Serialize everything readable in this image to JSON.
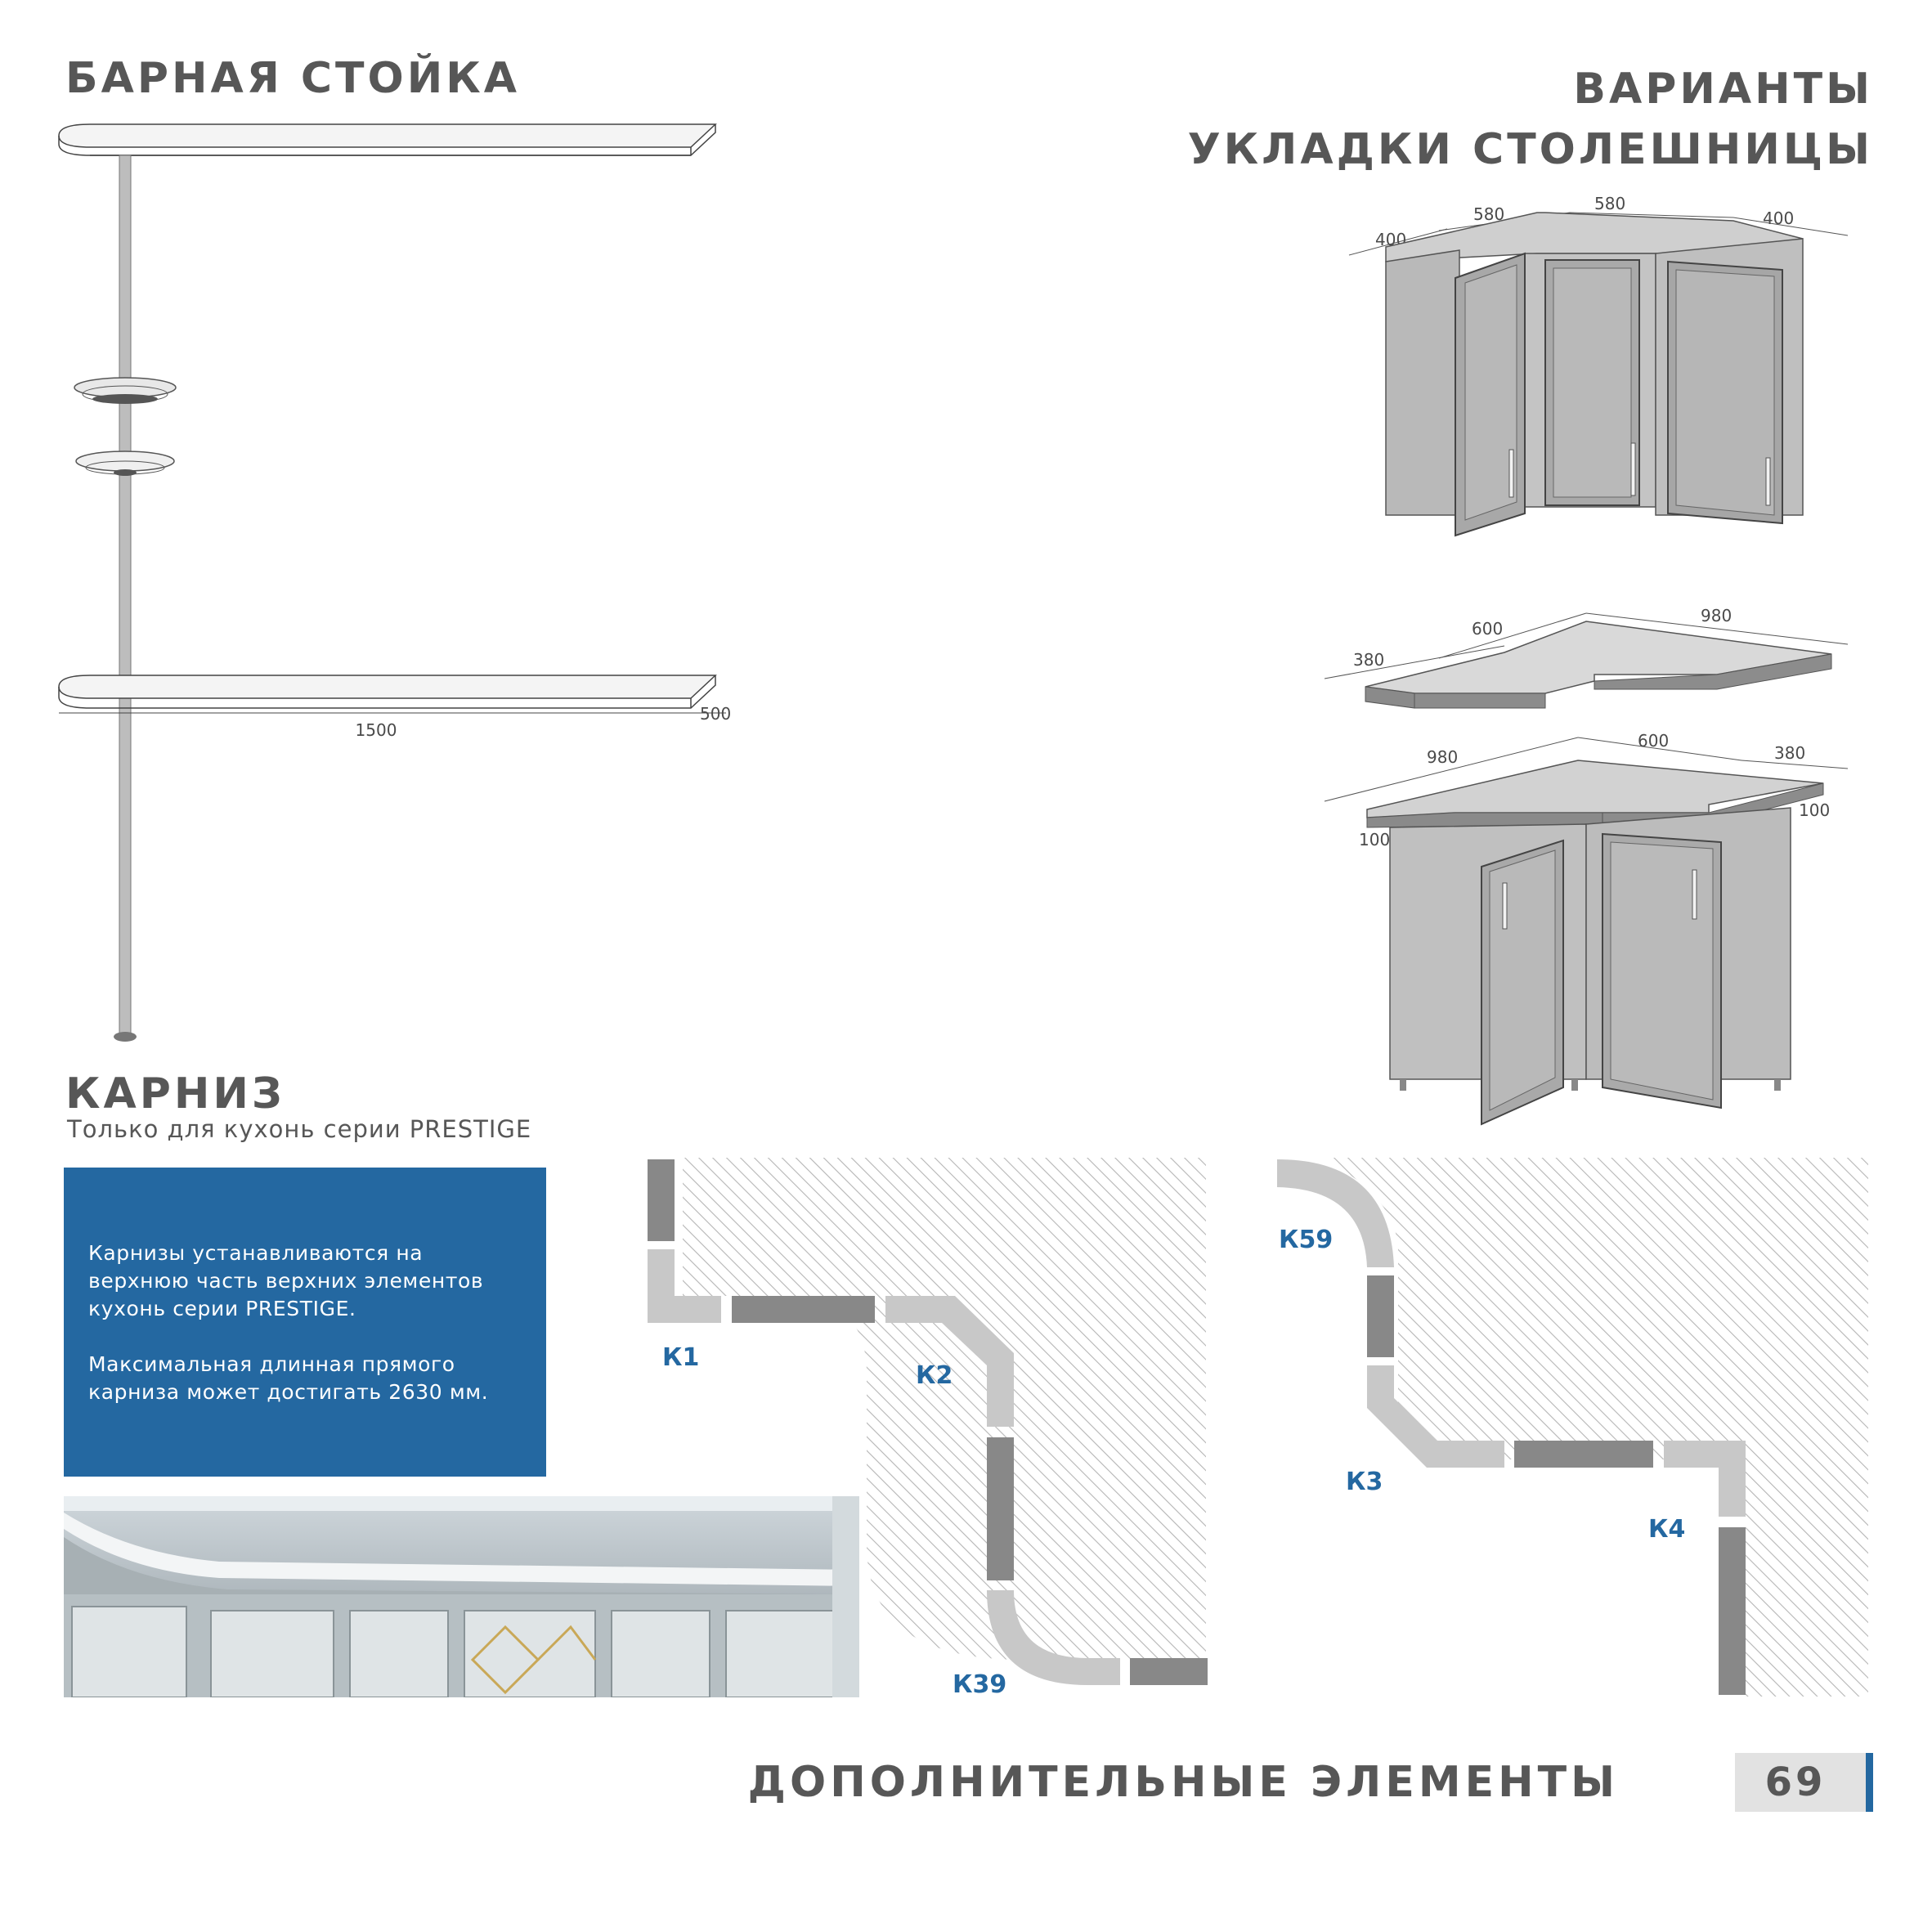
{
  "bar_counter": {
    "title": "БАРНАЯ СТОЙКА",
    "dim_length": "1500",
    "dim_depth": "500"
  },
  "variants": {
    "title_line1": "ВАРИАНТЫ",
    "title_line2": "УКЛАДКИ СТОЛЕШНИЦЫ",
    "cabinet_dims": [
      "400",
      "580",
      "580",
      "400"
    ],
    "worktop_a_dims": [
      "380",
      "600",
      "980"
    ],
    "worktop_b_dims": [
      "980",
      "600",
      "380",
      "100",
      "100"
    ]
  },
  "cornice": {
    "title": "КАРНИЗ",
    "subtitle": "Только для кухонь серии PRESTIGE",
    "paragraph1": "Карнизы устанавливаются на верхнюю часть верхних элементов кухонь серии PRESTIGE.",
    "paragraph2": "Максимальная длинная прямого карниза может достигать 2630 мм.",
    "labels": {
      "k1": "К1",
      "k2": "К2",
      "k39": "К39",
      "k59": "К59",
      "k3": "К3",
      "k4": "К4"
    }
  },
  "footer": {
    "section_title": "ДОПОЛНИТЕЛЬНЫЕ ЭЛЕМЕНТЫ",
    "page_number": "69"
  },
  "colors": {
    "accent_blue": "#2468a1",
    "heading_gray": "#575757",
    "segment_dark": "#888888",
    "segment_light": "#c8c8c8"
  }
}
